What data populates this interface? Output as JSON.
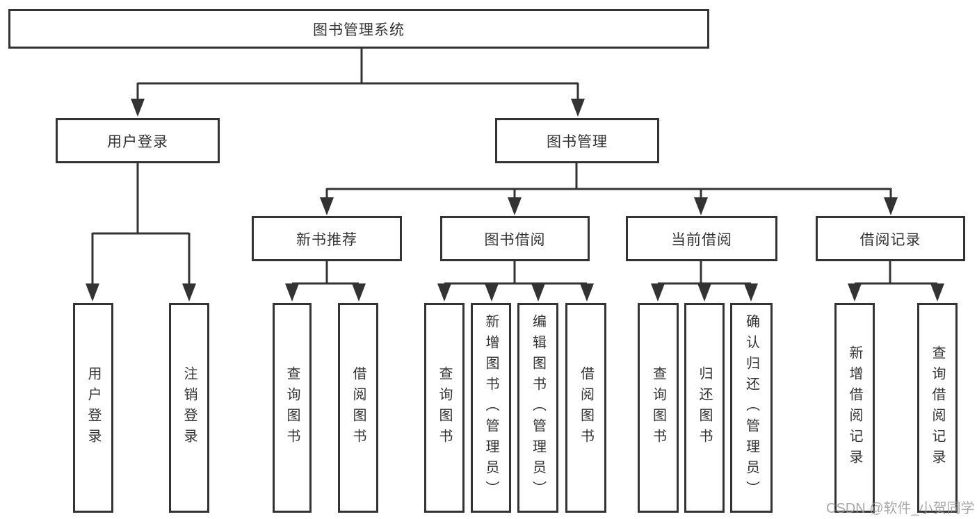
{
  "diagram": {
    "root": {
      "label": "图书管理系统"
    },
    "branches": [
      {
        "label": "用户登录",
        "children": [
          {
            "label": "用户登录"
          },
          {
            "label": "注销登录"
          }
        ]
      },
      {
        "label": "图书管理",
        "children": [
          {
            "label": "新书推荐",
            "children": [
              {
                "label": "查询图书"
              },
              {
                "label": "借阅图书"
              }
            ]
          },
          {
            "label": "图书借阅",
            "children": [
              {
                "label": "查询图书"
              },
              {
                "label": "新增图书（管理员）"
              },
              {
                "label": "编辑图书（管理员）"
              },
              {
                "label": "借阅图书"
              }
            ]
          },
          {
            "label": "当前借阅",
            "children": [
              {
                "label": "查询图书"
              },
              {
                "label": "归还图书"
              },
              {
                "label": "确认归还（管理员）"
              }
            ]
          },
          {
            "label": "借阅记录",
            "children": [
              {
                "label": "新增借阅记录"
              },
              {
                "label": "查询借阅记录"
              }
            ]
          }
        ]
      }
    ]
  },
  "watermark": {
    "text": "CSDN @软件_小贺同学"
  },
  "colors": {
    "line": "#333333",
    "box_border": "#333333",
    "box_fill": "#ffffff",
    "text": "#333333",
    "watermark": "#9a9a9a",
    "background": "#ffffff"
  }
}
